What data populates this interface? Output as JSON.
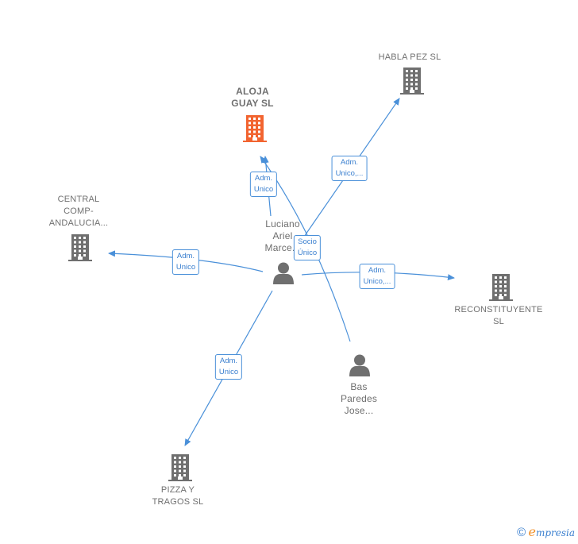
{
  "companies": {
    "aloja": {
      "name": "ALOJA\nGUAY SL",
      "color": "#f26430"
    },
    "habla": {
      "name": "HABLA PEZ SL",
      "color": "#6f6f6f"
    },
    "central": {
      "name": "CENTRAL\nCOMP-\nANDALUCIA...",
      "color": "#6f6f6f"
    },
    "recons": {
      "name": "RECONSTITUYENTE\nSL",
      "color": "#6f6f6f"
    },
    "pizza": {
      "name": "PIZZA Y\nTRAGOS SL",
      "color": "#6f6f6f"
    }
  },
  "persons": {
    "luciano": {
      "name": "Luciano\nAriel\nMarce..."
    },
    "bas": {
      "name": "Bas\nParedes\nJose..."
    }
  },
  "edges": {
    "aloja_adm": "Adm.\nUnico",
    "aloja_socio": "Socio\nÚnico",
    "habla_adm": "Adm.\nUnico,...",
    "central_adm": "Adm.\nUnico",
    "recons_adm": "Adm.\nUnico,...",
    "pizza_adm": "Adm.\nUnico"
  },
  "colors": {
    "edge": "#4a90d9",
    "person": "#6f6f6f"
  },
  "footer": {
    "copyright": "©",
    "brand_first": "e",
    "brand_rest": "mpresia"
  }
}
